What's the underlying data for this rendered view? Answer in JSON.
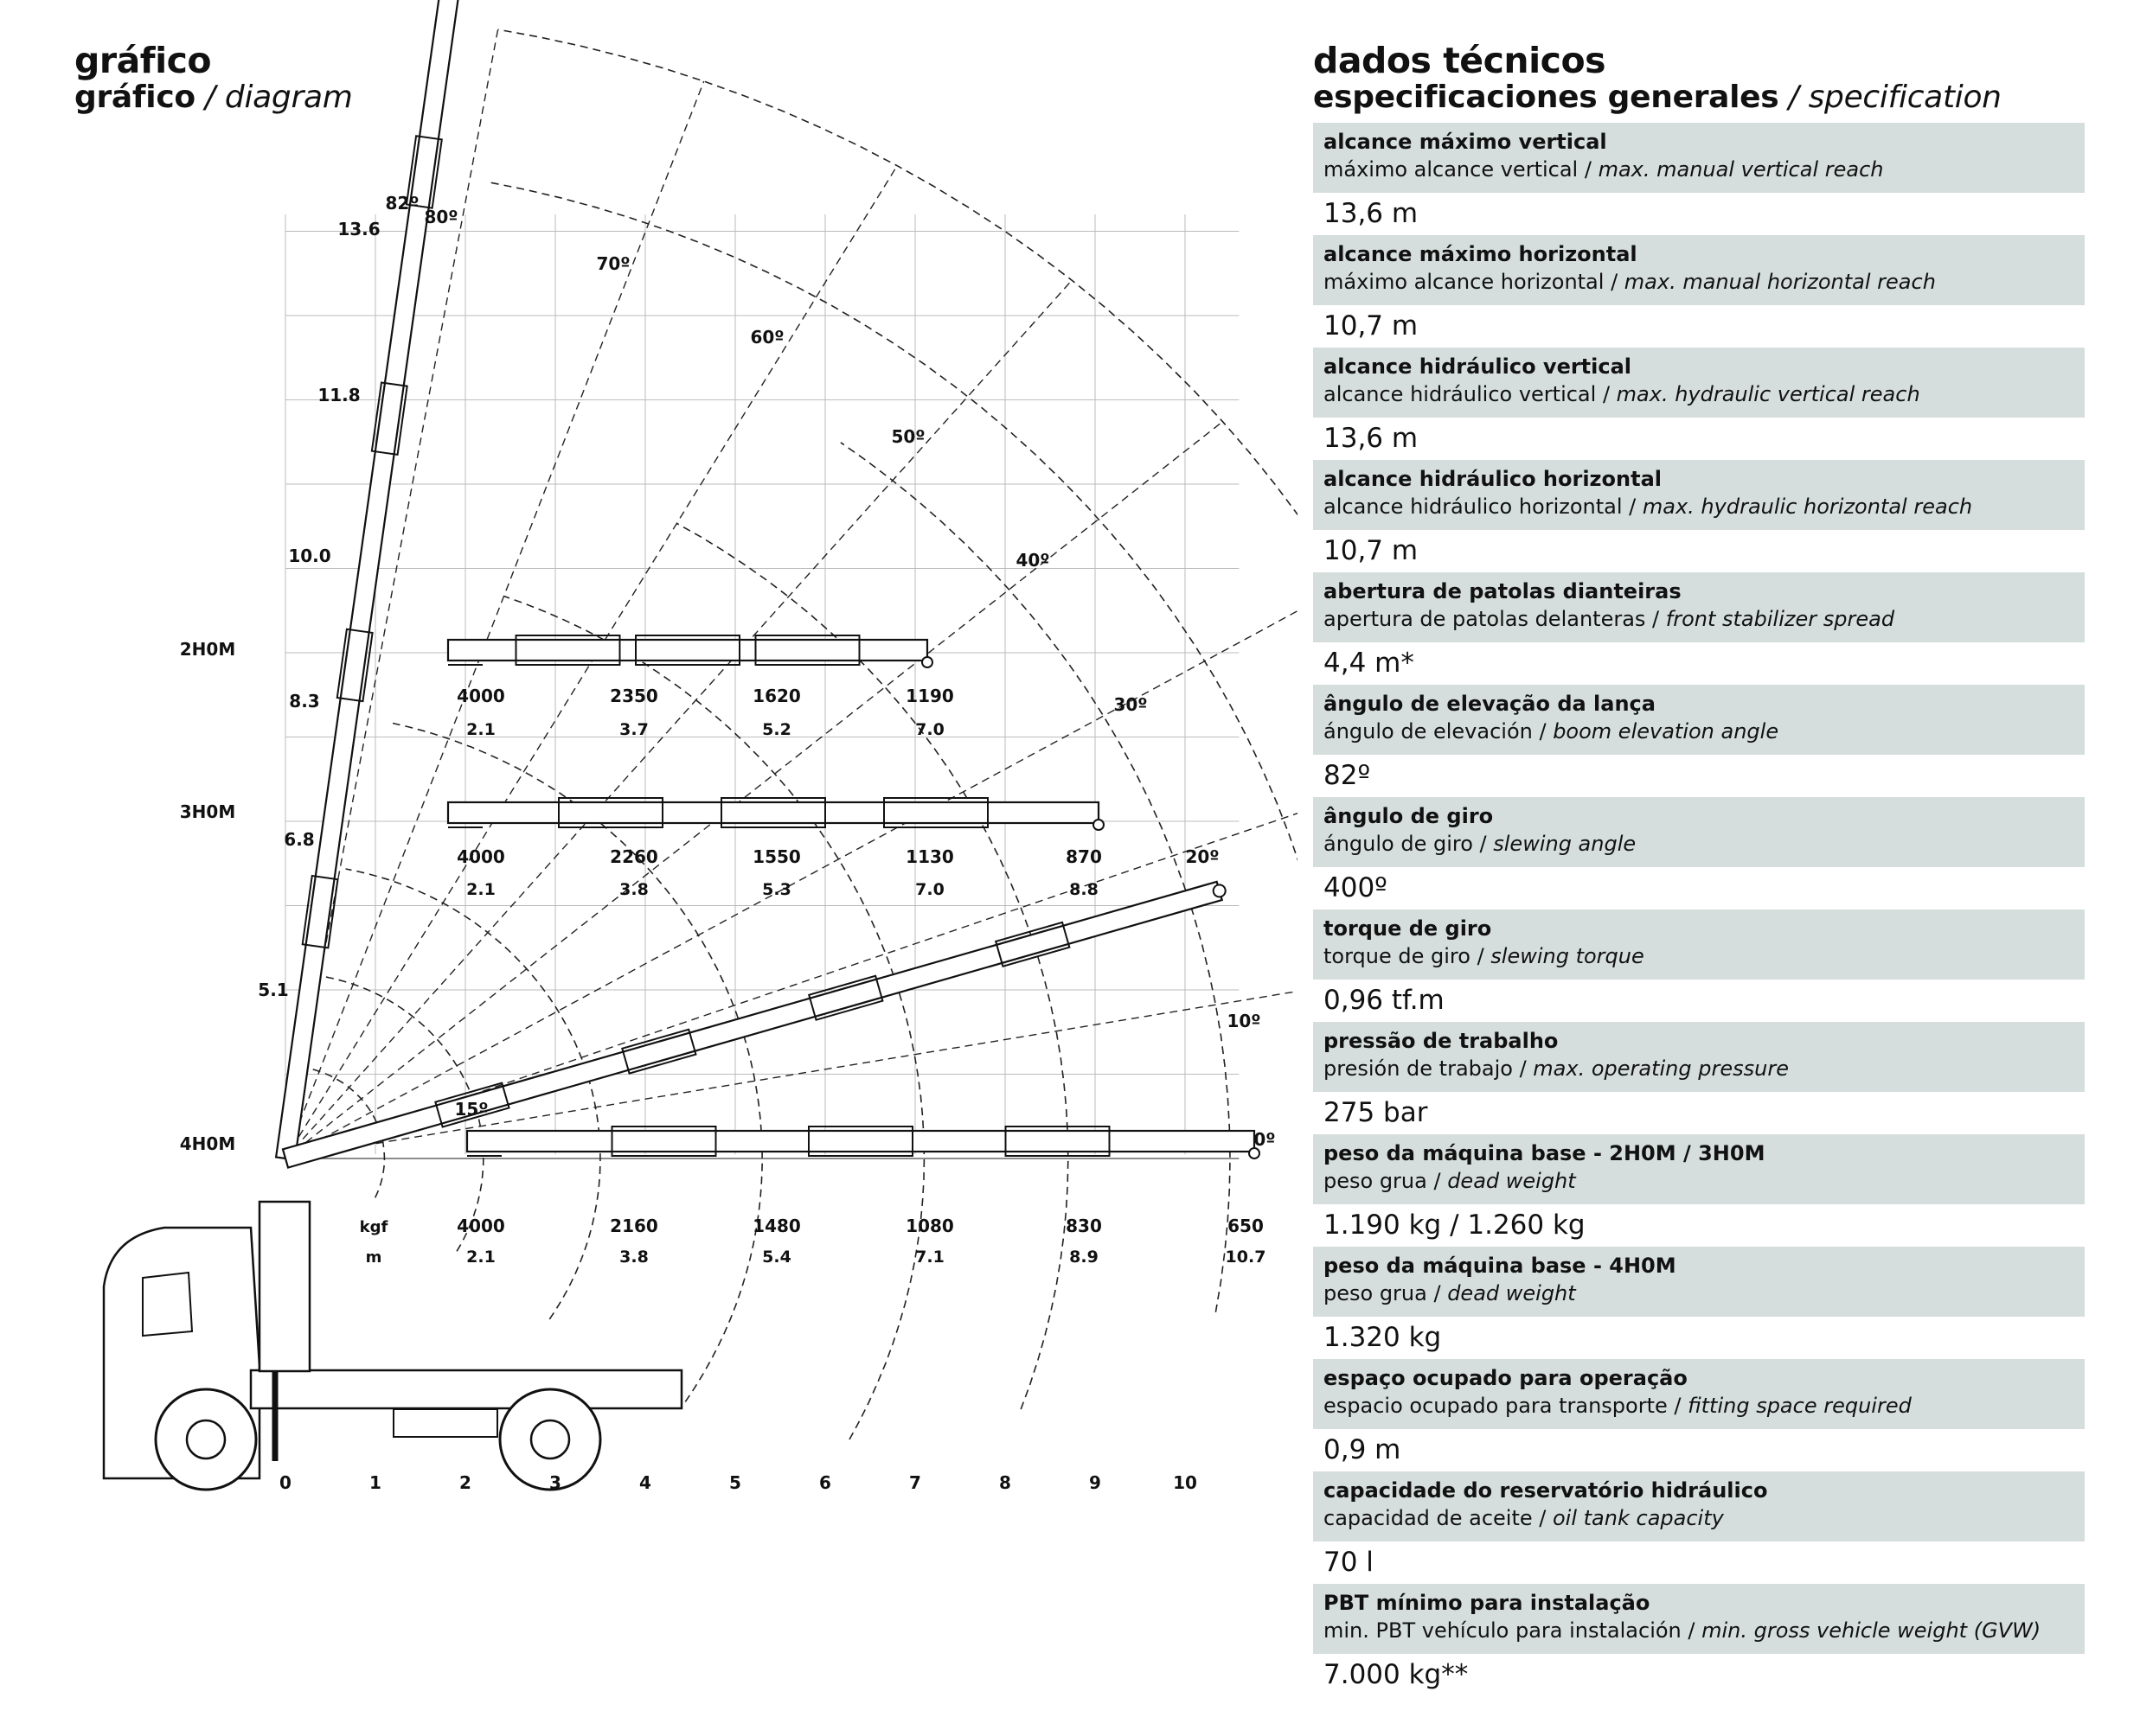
{
  "diagram_header": {
    "title": "gráfico",
    "sub_main": "gráfico",
    "sub_sep": " / ",
    "sub_en": "diagram"
  },
  "spec_header": {
    "title": "dados técnicos",
    "sub_main": "especificaciones generales",
    "sub_sep": " / ",
    "sub_en": "specification"
  },
  "specs": [
    {
      "title": "alcance máximo vertical",
      "es": "máximo alcance vertical",
      "en": "max. manual vertical reach",
      "value": "13,6 m"
    },
    {
      "title": "alcance máximo horizontal",
      "es": "máximo alcance horizontal",
      "en": "max. manual horizontal reach",
      "value": "10,7 m"
    },
    {
      "title": "alcance hidráulico vertical",
      "es": "alcance hidráulico vertical",
      "en": "max. hydraulic vertical reach",
      "value": "13,6 m"
    },
    {
      "title": "alcance hidráulico horizontal",
      "es": "alcance hidráulico horizontal",
      "en": "max. hydraulic horizontal reach",
      "value": "10,7 m"
    },
    {
      "title": "abertura de patolas dianteiras",
      "es": "apertura de patolas delanteras",
      "en": "front stabilizer spread",
      "value": "4,4 m*"
    },
    {
      "title": "ângulo de elevação da lança",
      "es": "ángulo de elevación",
      "en": "boom elevation angle",
      "value": "82º"
    },
    {
      "title": "ângulo de giro",
      "es": "ángulo de giro",
      "en": "slewing angle",
      "value": "400º"
    },
    {
      "title": "torque de giro",
      "es": "torque de giro",
      "en": "slewing torque",
      "value": "0,96 tf.m"
    },
    {
      "title": "pressão de trabalho",
      "es": "presión de trabajo",
      "en": "max. operating pressure",
      "value": "275 bar"
    },
    {
      "title": "peso da máquina base - 2H0M / 3H0M",
      "es": "peso grua",
      "en": "dead weight",
      "value": "1.190 kg / 1.260 kg"
    },
    {
      "title": "peso da máquina base - 4H0M",
      "es": "peso grua",
      "en": "dead weight",
      "value": "1.320 kg"
    },
    {
      "title": "espaço ocupado para operação",
      "es": "espacio ocupado para transporte",
      "en": "fitting space required",
      "value": "0,9 m"
    },
    {
      "title": "capacidade do reservatório hidráulico",
      "es": "capacidad de aceite",
      "en": "oil tank capacity",
      "value": "70 l"
    },
    {
      "title": "PBT mínimo para instalação",
      "es": "min. PBT vehículo para instalación",
      "en": "min. gross vehicle weight (GVW)",
      "value": "7.000 kg**"
    }
  ],
  "chart_data": {
    "type": "load_diagram",
    "sep": " / ",
    "x_axis_ticks": [
      "0",
      "1",
      "2",
      "3",
      "4",
      "5",
      "6",
      "7",
      "8",
      "9",
      "10"
    ],
    "height_labels": [
      "13.6",
      "11.8",
      "10.0",
      "8.3",
      "6.8",
      "5.1"
    ],
    "angle_labels": [
      "82º",
      "80º",
      "70º",
      "60º",
      "50º",
      "40º",
      "30º",
      "20º",
      "15º",
      "10º",
      "0º"
    ],
    "unit_labels": {
      "kgf": "kgf",
      "m": "m"
    },
    "configs": [
      {
        "name": "2H0M",
        "loads_kgf": [
          "4000",
          "2350",
          "1620",
          "1190"
        ],
        "reach_m": [
          "2.1",
          "3.7",
          "5.2",
          "7.0"
        ]
      },
      {
        "name": "3H0M",
        "loads_kgf": [
          "4000",
          "2260",
          "1550",
          "1130",
          "870"
        ],
        "reach_m": [
          "2.1",
          "3.8",
          "5.3",
          "7.0",
          "8.8"
        ]
      },
      {
        "name": "4H0M",
        "loads_kgf": [
          "4000",
          "2160",
          "1480",
          "1080",
          "830",
          "650"
        ],
        "reach_m": [
          "2.1",
          "3.8",
          "5.4",
          "7.1",
          "8.9",
          "10.7"
        ]
      }
    ],
    "x_range_m": [
      0,
      10.7
    ],
    "y_range_m": [
      0,
      13.6
    ],
    "grid": true
  }
}
